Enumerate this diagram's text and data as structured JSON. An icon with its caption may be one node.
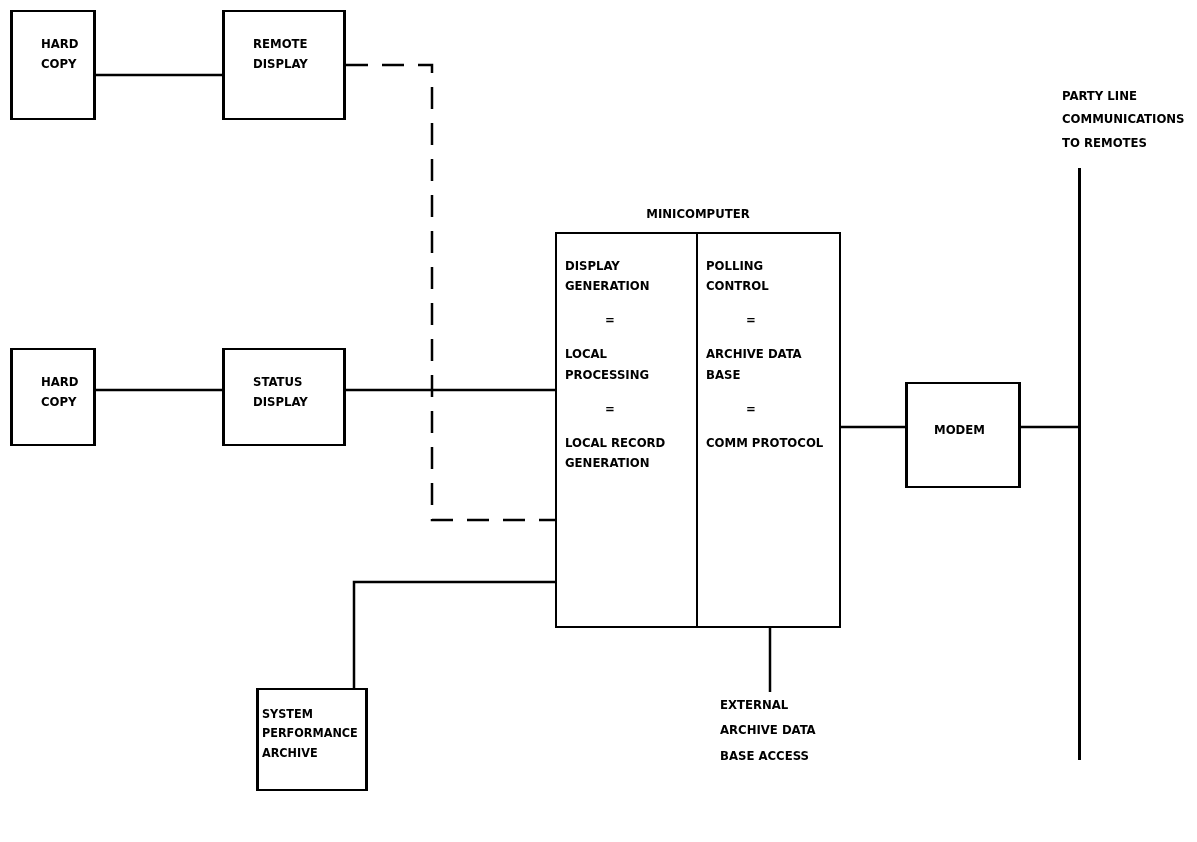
{
  "diagram": {
    "nodes": [
      {
        "text": [
          "HARD COPY"
        ]
      },
      {
        "text": [
          "REMOTE DISPLAY"
        ]
      },
      {
        "text": [
          "MINICOMPUTER"
        ]
      },
      {
        "text": [
          "DISPLAY GENERATION",
          "=",
          "LOCAL PROCESSING",
          "=",
          "LOCAL RECORD GENERATION"
        ],
        "in": 2
      },
      {
        "text": [
          "POLLING CONTROL",
          "=",
          "ARCHIVE DATA BASE",
          "=",
          "COMM PROTOCOL"
        ],
        "in": 2
      },
      {
        "text": [
          "HARD COPY"
        ]
      },
      {
        "text": [
          "STATUS DISPLAY"
        ]
      },
      {
        "text": [
          "MODEM"
        ]
      },
      {
        "text": [
          "SYSTEM PERFORMANCE ARCHIVE"
        ]
      },
      {
        "text": [
          "PARTY LINE COMMUNICATIONS TO REMOTES"
        ]
      },
      {
        "text": [
          "EXTERNAL ARCHIVE DATA BASE ACCESS"
        ]
      }
    ],
    "edges": [
      {
        "from": 0,
        "to": 1,
        "arrow": "none"
      },
      {
        "from": 1,
        "to": 3,
        "arrow": "none",
        "style": "dashed"
      },
      {
        "from": 5,
        "to": 6,
        "arrow": "none"
      },
      {
        "from": 6,
        "to": 3,
        "arrow": "none"
      },
      {
        "from": 8,
        "to": 3,
        "arrow": "none"
      },
      {
        "from": 4,
        "to": 7,
        "arrow": "none"
      },
      {
        "from": 7,
        "to": 9,
        "arrow": "none"
      },
      {
        "from": 4,
        "to": 10,
        "arrow": "none"
      }
    ]
  }
}
